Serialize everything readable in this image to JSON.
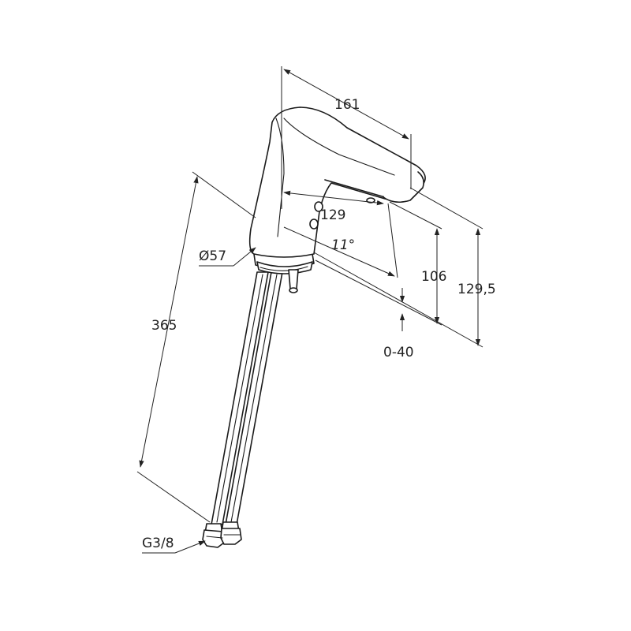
{
  "drawing": {
    "dimensions": {
      "length": "161",
      "spout_reach": "129",
      "angle": "11°",
      "height_outlet": "106",
      "height_total": "129,5",
      "adjust_range": "0-40",
      "total_with_hoses": "365",
      "base_diameter": "Ø57",
      "thread": "G3/8"
    }
  }
}
